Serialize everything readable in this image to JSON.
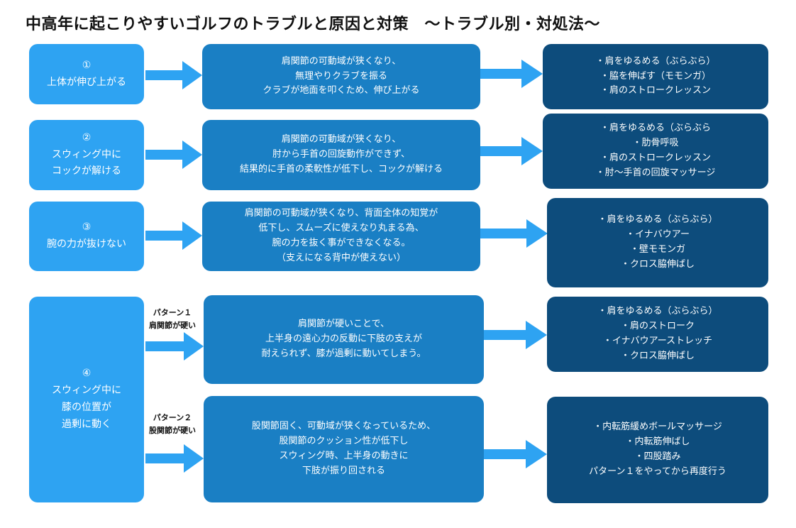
{
  "title": "中高年に起こりやすいゴルフのトラブルと原因と対策　〜トラブル別・対処法〜",
  "colors": {
    "left": "#2ea3f2",
    "middle": "#1a7fc4",
    "right": "#0d4c7c",
    "arrow": "#2ea3f2"
  },
  "rows": [
    {
      "problem": "①\n上体が伸び上がる",
      "cause": "肩関節の可動域が狭くなり、\n無理やりクラブを振る\nクラブが地面を叩くため、伸び上がる",
      "solution": "・肩をゆるめる（ぶらぶら）\n・脇を伸ばす（モモンガ）\n・肩のストロークレッスン"
    },
    {
      "problem": "②\nスウィング中に\nコックが解ける",
      "cause": "肩関節の可動域が狭くなり、\n肘から手首の回旋動作ができず、\n結果的に手首の柔軟性が低下し、コックが解ける",
      "solution": "・肩をゆるめる（ぶらぶら\n・肋骨呼吸\n・肩のストロークレッスン\n・肘〜手首の回旋マッサージ"
    },
    {
      "problem": "③\n腕の力が抜けない",
      "cause": "肩関節の可動域が狭くなり、背面全体の知覚が\n低下し、スムーズに使えなり丸まる為、\n腕の力を抜く事ができなくなる。\n（支えになる背中が使えない）",
      "solution": "・肩をゆるめる（ぶらぶら）\n・イナバウアー\n・壁モモンガ\n・クロス脇伸ばし"
    },
    {
      "problem": "④\nスウィング中に\n膝の位置が\n過剰に動く",
      "pattern1": {
        "label": "パターン１\n肩関節が硬い",
        "cause": "肩関節が硬いことで、\n上半身の遠心力の反動に下肢の支えが\n耐えられず、膝が過剰に動いてしまう。",
        "solution": "・肩をゆるめる（ぶらぶら）\n・肩のストローク\n・イナバウアーストレッチ\n・クロス脇伸ばし"
      },
      "pattern2": {
        "label": "パターン２\n股関節が硬い",
        "cause": "股関節固く、可動域が狭くなっているため、\n股関節のクッション性が低下し\nスウィング時、上半身の動きに\n下肢が振り回される",
        "solution": "・内転筋緩めボールマッサージ\n・内転筋伸ばし\n・四股踏み\nパターン１をやってから再度行う"
      }
    }
  ]
}
